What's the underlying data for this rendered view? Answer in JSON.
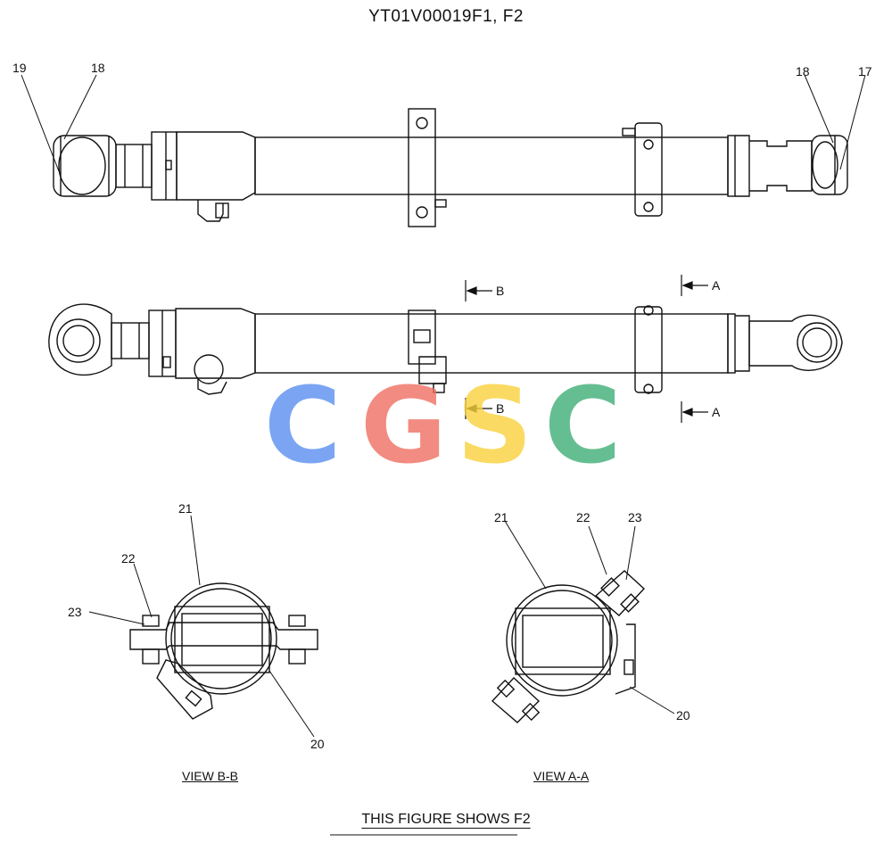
{
  "title": "YT01V00019F1, F2",
  "footer": "THIS FIGURE SHOWS  F2",
  "callouts": {
    "p19": "19",
    "p18_left": "18",
    "p18_right": "18",
    "p17": "17",
    "bb_21": "21",
    "bb_22": "22",
    "bb_23": "23",
    "bb_20": "20",
    "aa_21": "21",
    "aa_22": "22",
    "aa_23": "23",
    "aa_20": "20"
  },
  "section_marks": {
    "b_top": "B",
    "b_bottom": "B",
    "a_top": "A",
    "a_bottom": "A"
  },
  "views": {
    "bb": "VIEW   B-B",
    "aa": "VIEW   A-A"
  },
  "watermark": {
    "letters": [
      "C",
      "G",
      "S",
      "C"
    ],
    "colors": [
      "#5b8ff0",
      "#ef6f62",
      "#f9d23c",
      "#3fae76"
    ]
  }
}
